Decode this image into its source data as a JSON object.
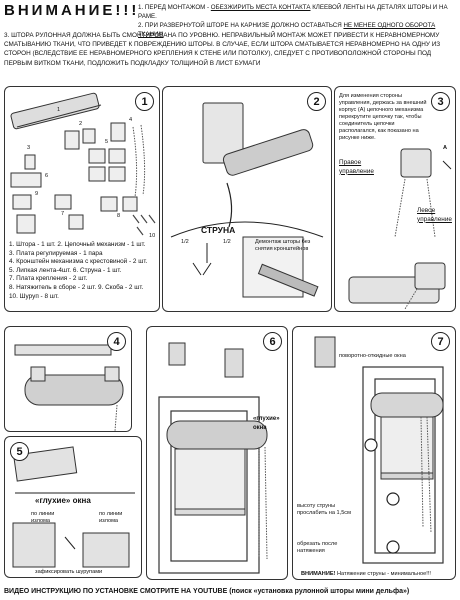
{
  "header": {
    "title": "ВНИМАНИЕ!!!",
    "note1_a": "1. ПЕРЕД МОНТАЖОМ - ",
    "note1_b": "ОБЕЗЖИРИТЬ МЕСТА КОНТАКТА",
    "note1_c": " КЛЕЕВОЙ ЛЕНТЫ НА ДЕТАЛЯХ ШТОРЫ И НА РАМЕ.",
    "note2_a": "2. ПРИ РАЗВЕРНУТОЙ ШТОРЕ НА КАРНИЗЕ ДОЛЖНО ОСТАВАТЬСЯ ",
    "note2_b": "НЕ МЕНЕЕ ОДНОГО ОБОРОТА ТКАНИ!!!"
  },
  "intro": "3. ШТОРА РУЛОННАЯ ДОЛЖНА БЫТЬ СМОНТИРОВАНА ПО УРОВНЮ. НЕПРАВИЛЬНЫЙ МОНТАЖ МОЖЕТ ПРИВЕСТИ К НЕРАВНОМЕРНОМУ СМАТЫВАНИЮ ТКАНИ, ЧТО ПРИВЕДЕТ К ПОВРЕЖДЕНИЮ ШТОРЫ. В СЛУЧАЕ, ЕСЛИ ШТОРА СМАТЫВАЕТСЯ НЕРАВНОМЕРНО НА ОДНУ ИЗ СТОРОН (ВСЛЕДСТВИЕ ЕЕ НЕРАВНОМЕРНОГО КРЕПЛЕНИЯ К СТЕНЕ ИЛИ ПОТОЛКУ), СЛЕДУЕТ С ПРОТИВОПОЛОЖНОЙ СТОРОНЫ ПОД ПЕРВЫМ ВИТКОМ ТКАНИ, ПОДЛОЖИТЬ ПОДКЛАДКУ ТОЛЩИНОЙ В ЛИСТ БУМАГИ",
  "panel1": {
    "num": "1",
    "callouts": [
      "1",
      "2",
      "3",
      "4",
      "5",
      "6",
      "7",
      "8",
      "9",
      "10"
    ],
    "parts": [
      "1. Штора - 1 шт. 2. Цепочный механизм - 1 шт.",
      "3. Плата регулируемая - 1 пара",
      "4. Кронштейн механизма с крестовиной - 2 шт.",
      "5. Липкая лента-4шт. 6. Струна - 1 шт.",
      "7. Плата крепления - 2 шт.",
      "8. Натяжитель в сборе - 2 шт. 9. Скоба - 2 шт.",
      "10. Шуруп - 8 шт."
    ]
  },
  "panel2": {
    "num": "2",
    "string_label": "СТРУНА",
    "half": "1/2",
    "caption": "Демонтаж шторы без снятия кронштейнов"
  },
  "panel3": {
    "num": "3",
    "text": "Для изменения стороны управления, держась за внешний корпус (А) цепочного механизма перекрутите цепочку так, чтобы соединитель цепочки располагался, как показано на рисунке ниже.",
    "label_a": "А",
    "right_ctrl": "Правое управление",
    "left_ctrl": "Левое управление"
  },
  "panel4": {
    "num": "4"
  },
  "panel5": {
    "num": "5",
    "blind": "«глухие» окна",
    "bend1": "по линии излома",
    "bend2": "по линии излома",
    "screws": "зафиксировать шурупами"
  },
  "panel6": {
    "num": "6",
    "blind": "«глухие» окна"
  },
  "panel7": {
    "num": "7",
    "tilt": "поворотно-откидные окна",
    "height": "высоту струны прослабить на 1,5см",
    "cut": "обрезать после натяжения",
    "warn_a": "ВНИМАНИЕ!",
    "warn_b": " Натяжение струны - минимальное!!!"
  },
  "footer": "ВИДЕО ИНСТРУКЦИЮ ПО УСТАНОВКЕ СМОТРИТЕ НА YOUTUBE (поиск «установка рулонной шторы мини дельфа»)"
}
